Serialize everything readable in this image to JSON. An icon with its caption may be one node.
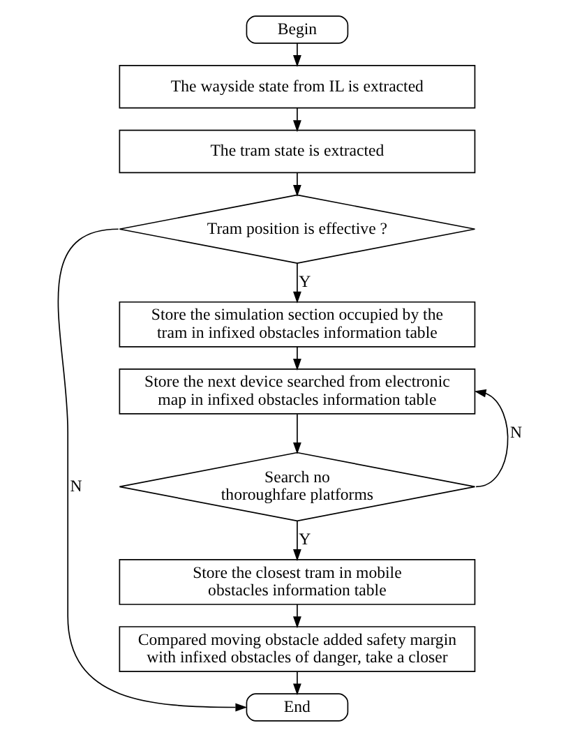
{
  "diagram": {
    "nodes": [
      {
        "text": [
          "Begin"
        ]
      },
      {
        "text": [
          "The wayside state from IL is extracted"
        ]
      },
      {
        "text": [
          "The tram state is extracted"
        ]
      },
      {
        "text": [
          "Tram position is effective ?"
        ]
      },
      {
        "text": [
          "Store the simulation section occupied by the tram in infixed obstacles information table"
        ]
      },
      {
        "text": [
          "Store the next device searched from electronic map in infixed obstacles information table"
        ]
      },
      {
        "text": [
          "Search no thoroughfare platforms"
        ]
      },
      {
        "text": [
          "Store the closest tram in mobile obstacles information table"
        ]
      },
      {
        "text": [
          "Compared moving obstacle added safety margin with infixed obstacles of danger, take a closer"
        ]
      },
      {
        "text": [
          "End"
        ]
      }
    ],
    "edges": [
      {
        "from": 0,
        "to": 1,
        "arrow": "to"
      },
      {
        "from": 1,
        "to": 2,
        "arrow": "to"
      },
      {
        "from": 2,
        "to": 3,
        "arrow": "to"
      },
      {
        "from": 3,
        "to": 4,
        "label": "Y",
        "arrow": "to"
      },
      {
        "from": 4,
        "to": 5,
        "arrow": "to"
      },
      {
        "from": 5,
        "to": 6,
        "arrow": "to"
      },
      {
        "from": 6,
        "to": 5,
        "label": "N",
        "arrow": "to"
      },
      {
        "from": 6,
        "to": 7,
        "label": "Y",
        "arrow": "to"
      },
      {
        "from": 7,
        "to": 8,
        "arrow": "to"
      },
      {
        "from": 8,
        "to": 9,
        "arrow": "to"
      },
      {
        "from": 3,
        "to": 9,
        "label": "N",
        "arrow": "to"
      }
    ]
  }
}
